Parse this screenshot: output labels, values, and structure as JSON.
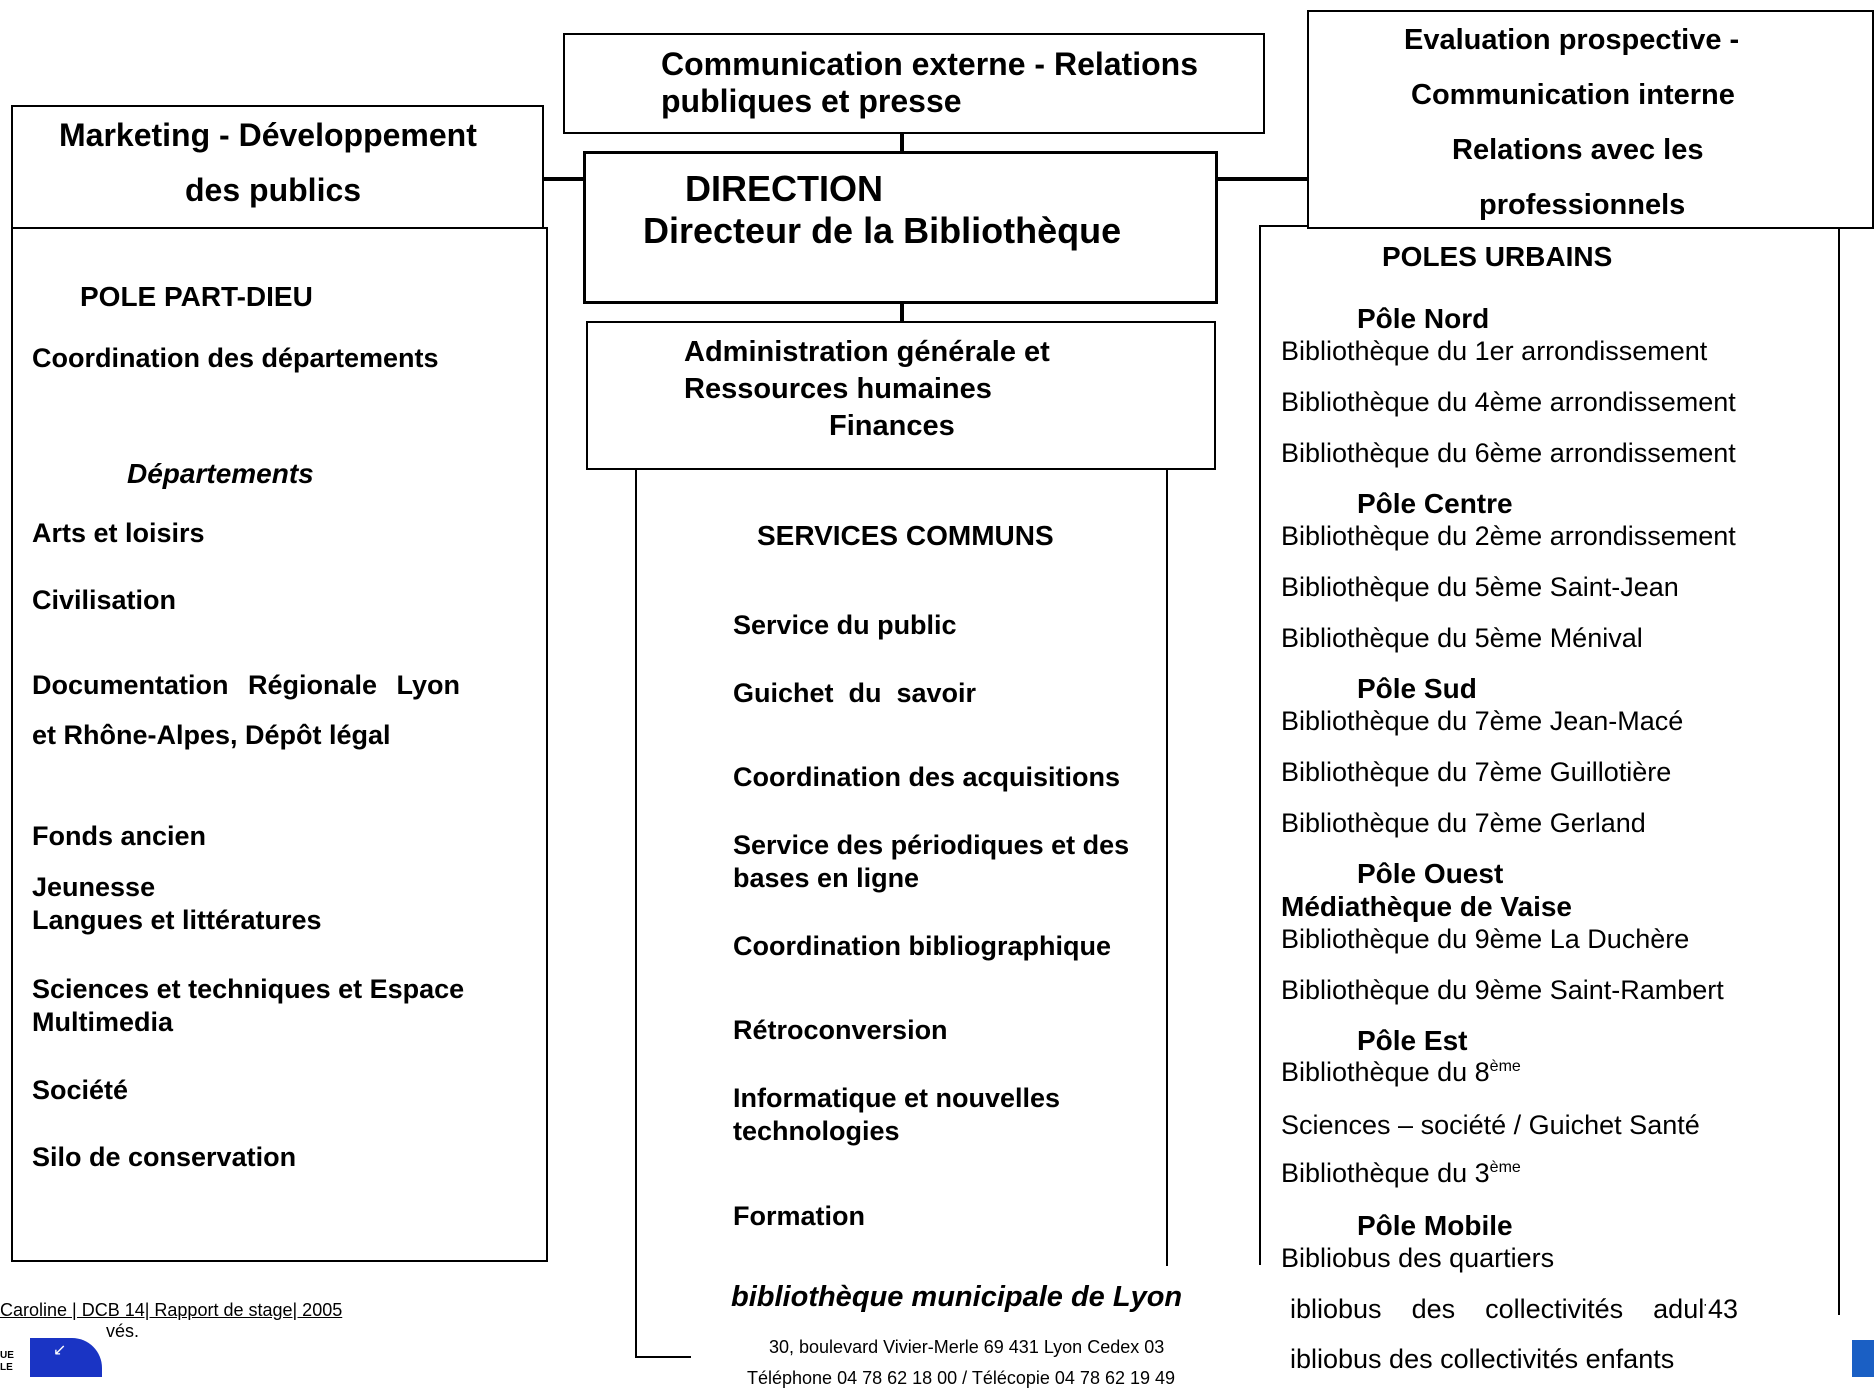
{
  "top_boxes": {
    "communication_externe": [
      "Communication externe - Relations",
      "publiques et presse"
    ],
    "marketing": [
      "Marketing - Développement",
      "des publics"
    ],
    "evaluation": [
      "Evaluation prospective -",
      "Communication interne",
      "Relations avec les",
      "professionnels"
    ],
    "direction": [
      "DIRECTION",
      "Directeur de la Bibliothèque"
    ],
    "administration": [
      "Administration générale et",
      "Ressources humaines",
      "Finances"
    ]
  },
  "pole_part_dieu": {
    "title": "POLE PART-DIEU",
    "coordination": "Coordination des départements",
    "departements_heading": "Départements",
    "items": [
      "Arts et loisirs",
      "Civilisation",
      "Documentation Régionale Lyon",
      "et Rhône-Alpes, Dépôt légal",
      "Fonds ancien",
      "Jeunesse",
      "Langues et littératures",
      "Sciences et techniques et Espace",
      "Multimedia",
      "Société",
      "Silo de conservation"
    ]
  },
  "services_communs": {
    "title": "SERVICES COMMUNS",
    "items": [
      "Service du public",
      "Guichet  du  savoir",
      "Coordination des acquisitions",
      "Service des périodiques et des",
      "bases en ligne",
      "Coordination bibliographique",
      "Rétroconversion",
      "Informatique et nouvelles",
      "technologies",
      "Formation"
    ]
  },
  "poles_urbains": {
    "title": "POLES URBAINS",
    "nord": {
      "name": "Pôle Nord",
      "items": [
        "Bibliothèque du 1er arrondissement",
        "Bibliothèque du 4ème arrondissement",
        "Bibliothèque du 6ème arrondissement"
      ]
    },
    "centre": {
      "name": "Pôle Centre",
      "items": [
        "Bibliothèque du 2ème arrondissement",
        "Bibliothèque du 5ème Saint-Jean",
        "Bibliothèque du 5ème Ménival"
      ]
    },
    "sud": {
      "name": "Pôle Sud",
      "items": [
        "Bibliothèque du 7ème Jean-Macé",
        "Bibliothèque du 7ème Guillotière",
        "Bibliothèque du 7ème Gerland"
      ]
    },
    "ouest": {
      "name": "Pôle Ouest",
      "vaise": "Médiathèque de Vaise",
      "items": [
        "Bibliothèque du 9ème La Duchère",
        "Bibliothèque du 9ème Saint-Rambert"
      ]
    },
    "est": {
      "name": "Pôle Est",
      "bib8": "Bibliothèque du 8",
      "bib8_sup": "ème",
      "sciences": "Sciences – société / Guichet Santé",
      "bib3": "Bibliothèque du 3",
      "bib3_sup": "ème"
    },
    "mobile": {
      "name": "Pôle Mobile",
      "items": [
        "Bibliobus des quartiers",
        "ibliobus    des    collectivités    adultes",
        "ibliobus des collectivités enfants"
      ]
    }
  },
  "footer": {
    "bml_name": "bibliothèque municipale de Lyon",
    "address": "30, boulevard Vivier-Merle 69 431 Lyon Cedex 03",
    "phone": "Téléphone 04 78 62 18 00 / Télécopie 04 78 62 19 49",
    "citation": "Caroline | DCB 14| Rapport de stage| 2005",
    "rights": "vés.",
    "logo_text": [
      "UE",
      "LE"
    ],
    "logo_arrow": "↙",
    "page_number": "43"
  }
}
